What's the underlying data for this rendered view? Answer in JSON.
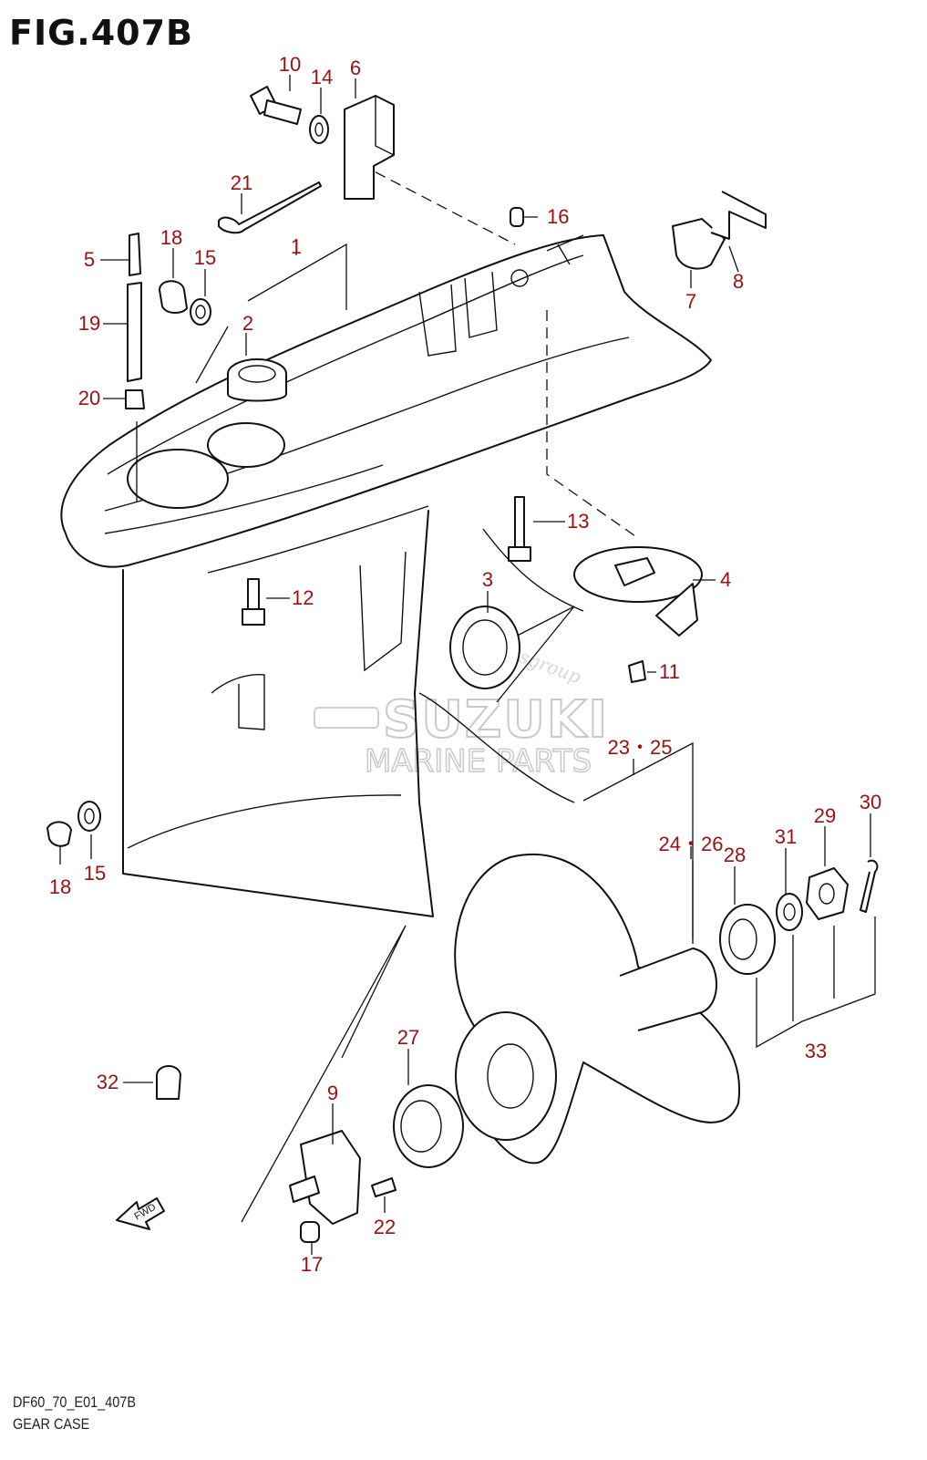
{
  "figure": {
    "title": "FIG.407B",
    "model_code": "DF60_70_E01_407B",
    "caption": "GEAR CASE"
  },
  "callouts": {
    "c1": "1",
    "c2": "2",
    "c3": "3",
    "c4": "4",
    "c5": "5",
    "c6": "6",
    "c7": "7",
    "c8": "8",
    "c9": "9",
    "c10": "10",
    "c11": "11",
    "c12": "12",
    "c13": "13",
    "c14": "14",
    "c15a": "15",
    "c15b": "15",
    "c16": "16",
    "c17": "17",
    "c18a": "18",
    "c18b": "18",
    "c19": "19",
    "c20": "20",
    "c21": "21",
    "c22": "22",
    "c23_25": "23・25",
    "c24_26": "24・26",
    "c27": "27",
    "c28": "28",
    "c29": "29",
    "c30": "30",
    "c31": "31",
    "c32": "32",
    "c33": "33"
  },
  "fwd_label": "FWD",
  "watermark": {
    "brand": "SUZUKI",
    "sub": "MARINE PARTS",
    "site": "iboatsgroup"
  },
  "colors": {
    "callout": "#9b1111",
    "line": "#111111",
    "watermark": "#c9c9c9"
  }
}
